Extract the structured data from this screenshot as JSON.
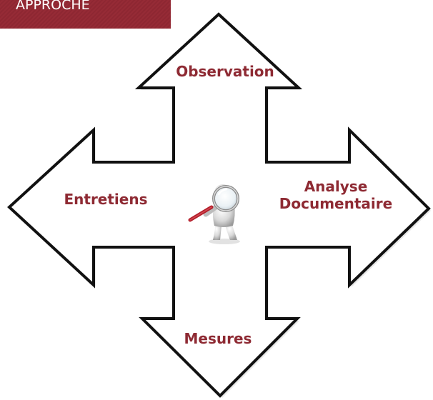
{
  "header": {
    "title": "APPROCHE",
    "color": "#8e2732"
  },
  "diagram": {
    "arrow_stroke_color": "#111111",
    "label_color": "#8e2a33",
    "center_icon": "person-with-magnifying-glass-icon",
    "arrows": {
      "top": {
        "label": "Observation"
      },
      "left": {
        "label": "Entretiens"
      },
      "right": {
        "label_line1": "Analyse",
        "label_line2": "Documentaire"
      },
      "bottom": {
        "label": "Mesures"
      }
    }
  }
}
